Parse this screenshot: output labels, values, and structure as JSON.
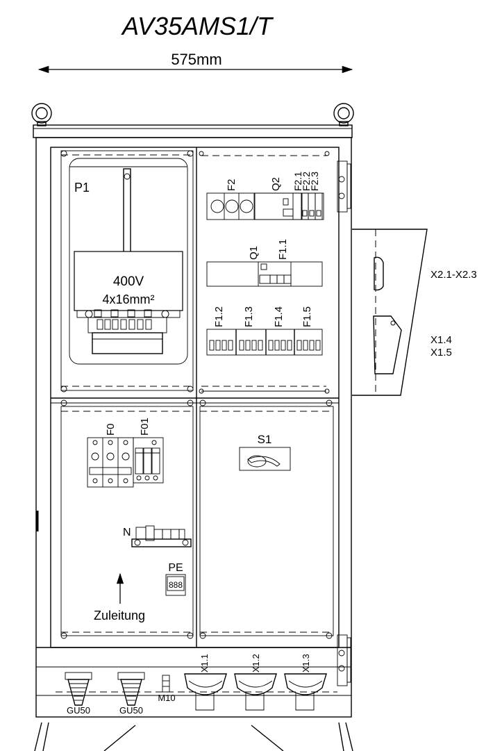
{
  "title": "AV35AMS1/T",
  "width_dimension": "575mm",
  "labels": {
    "meter": "P1",
    "meter_voltage": "400V",
    "meter_cable": "4x16mm²",
    "f2": "F2",
    "q2": "Q2",
    "f21": "F2.1",
    "f22": "F2.2",
    "f23": "F2.3",
    "q1": "Q1",
    "f11": "F1.1",
    "f12": "F1.2",
    "f13": "F1.3",
    "f14": "F1.4",
    "f15": "F1.5",
    "f0": "F0",
    "f01": "F01",
    "s1": "S1",
    "n": "N",
    "pe": "PE",
    "pe_terminal": "888",
    "supply": "Zuleitung",
    "x11": "X1.1",
    "x12": "X1.2",
    "x13": "X1.3",
    "gu50_a": "GU50",
    "gu50_b": "GU50",
    "m10": "M10",
    "side_x2": "X2.1-X2.3",
    "side_x14": "X1.4",
    "side_x15": "X1.5"
  }
}
